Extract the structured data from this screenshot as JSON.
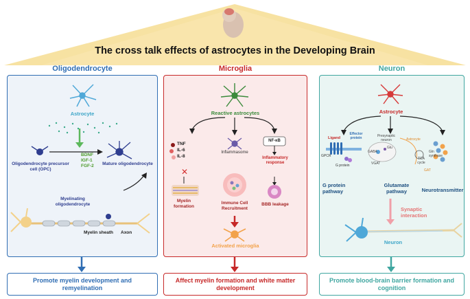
{
  "title": "The cross talk effects of astrocytes in the Developing Brain",
  "colors": {
    "olig": "#2f6db3",
    "micro": "#c62828",
    "neuron": "#3fa6a0",
    "gold": "#f4d98a"
  },
  "panels": {
    "oligodendrocyte": {
      "title": "Oligodendrocyte",
      "astrocyte": "Astrocyte",
      "opc": "Oligodendrocyte precursor cell (OPC)",
      "mature": "Mature oligodendrocyte",
      "factors": [
        "BDNF",
        "IGF-1",
        "FGF-2"
      ],
      "myelinating": "Myelinating oligodendrocyte",
      "myelin_sheath": "Myelin sheath",
      "axon": "Axon",
      "outcome": "Promote myelin development and remyelination"
    },
    "microglia": {
      "title": "Microglia",
      "reactive": "Reactive astrocytes",
      "cytokines": [
        "TNF",
        "IL-6",
        "IL-8"
      ],
      "inflammasome": "Inflammasome",
      "nfkb": "NF-κB",
      "inflammatory": "Inflammatory response",
      "myelin_formation": "Myelin formation",
      "immune": "Immune Cell Recruitment",
      "bbb": "BBB leakage",
      "activated": "Activated microglia",
      "outcome": "Affect myelin formation and white matter development"
    },
    "neuron": {
      "title": "Neuron",
      "astrocyte": "Astrocyte",
      "ligand": "Ligand",
      "effector": "Effector protein",
      "gpcr": "GPCR",
      "gprotein": "G protein",
      "presynaptic": "Presynaptic neuron",
      "gaba": "GABA",
      "glu": "Glu",
      "vgat": "VGAT",
      "astro_small": "Astrocyte",
      "gln": "Gln synthase",
      "tca": "TCA cycle",
      "gat": "GAT",
      "gpath": "G protein pathway",
      "glupath": "Glutamate pathway",
      "nt": "Neurotransmitter",
      "synaptic": "Synaptic interaction",
      "neuron_label": "Neuron",
      "outcome": "Promote blood-brain barrier formation and cognition"
    }
  }
}
